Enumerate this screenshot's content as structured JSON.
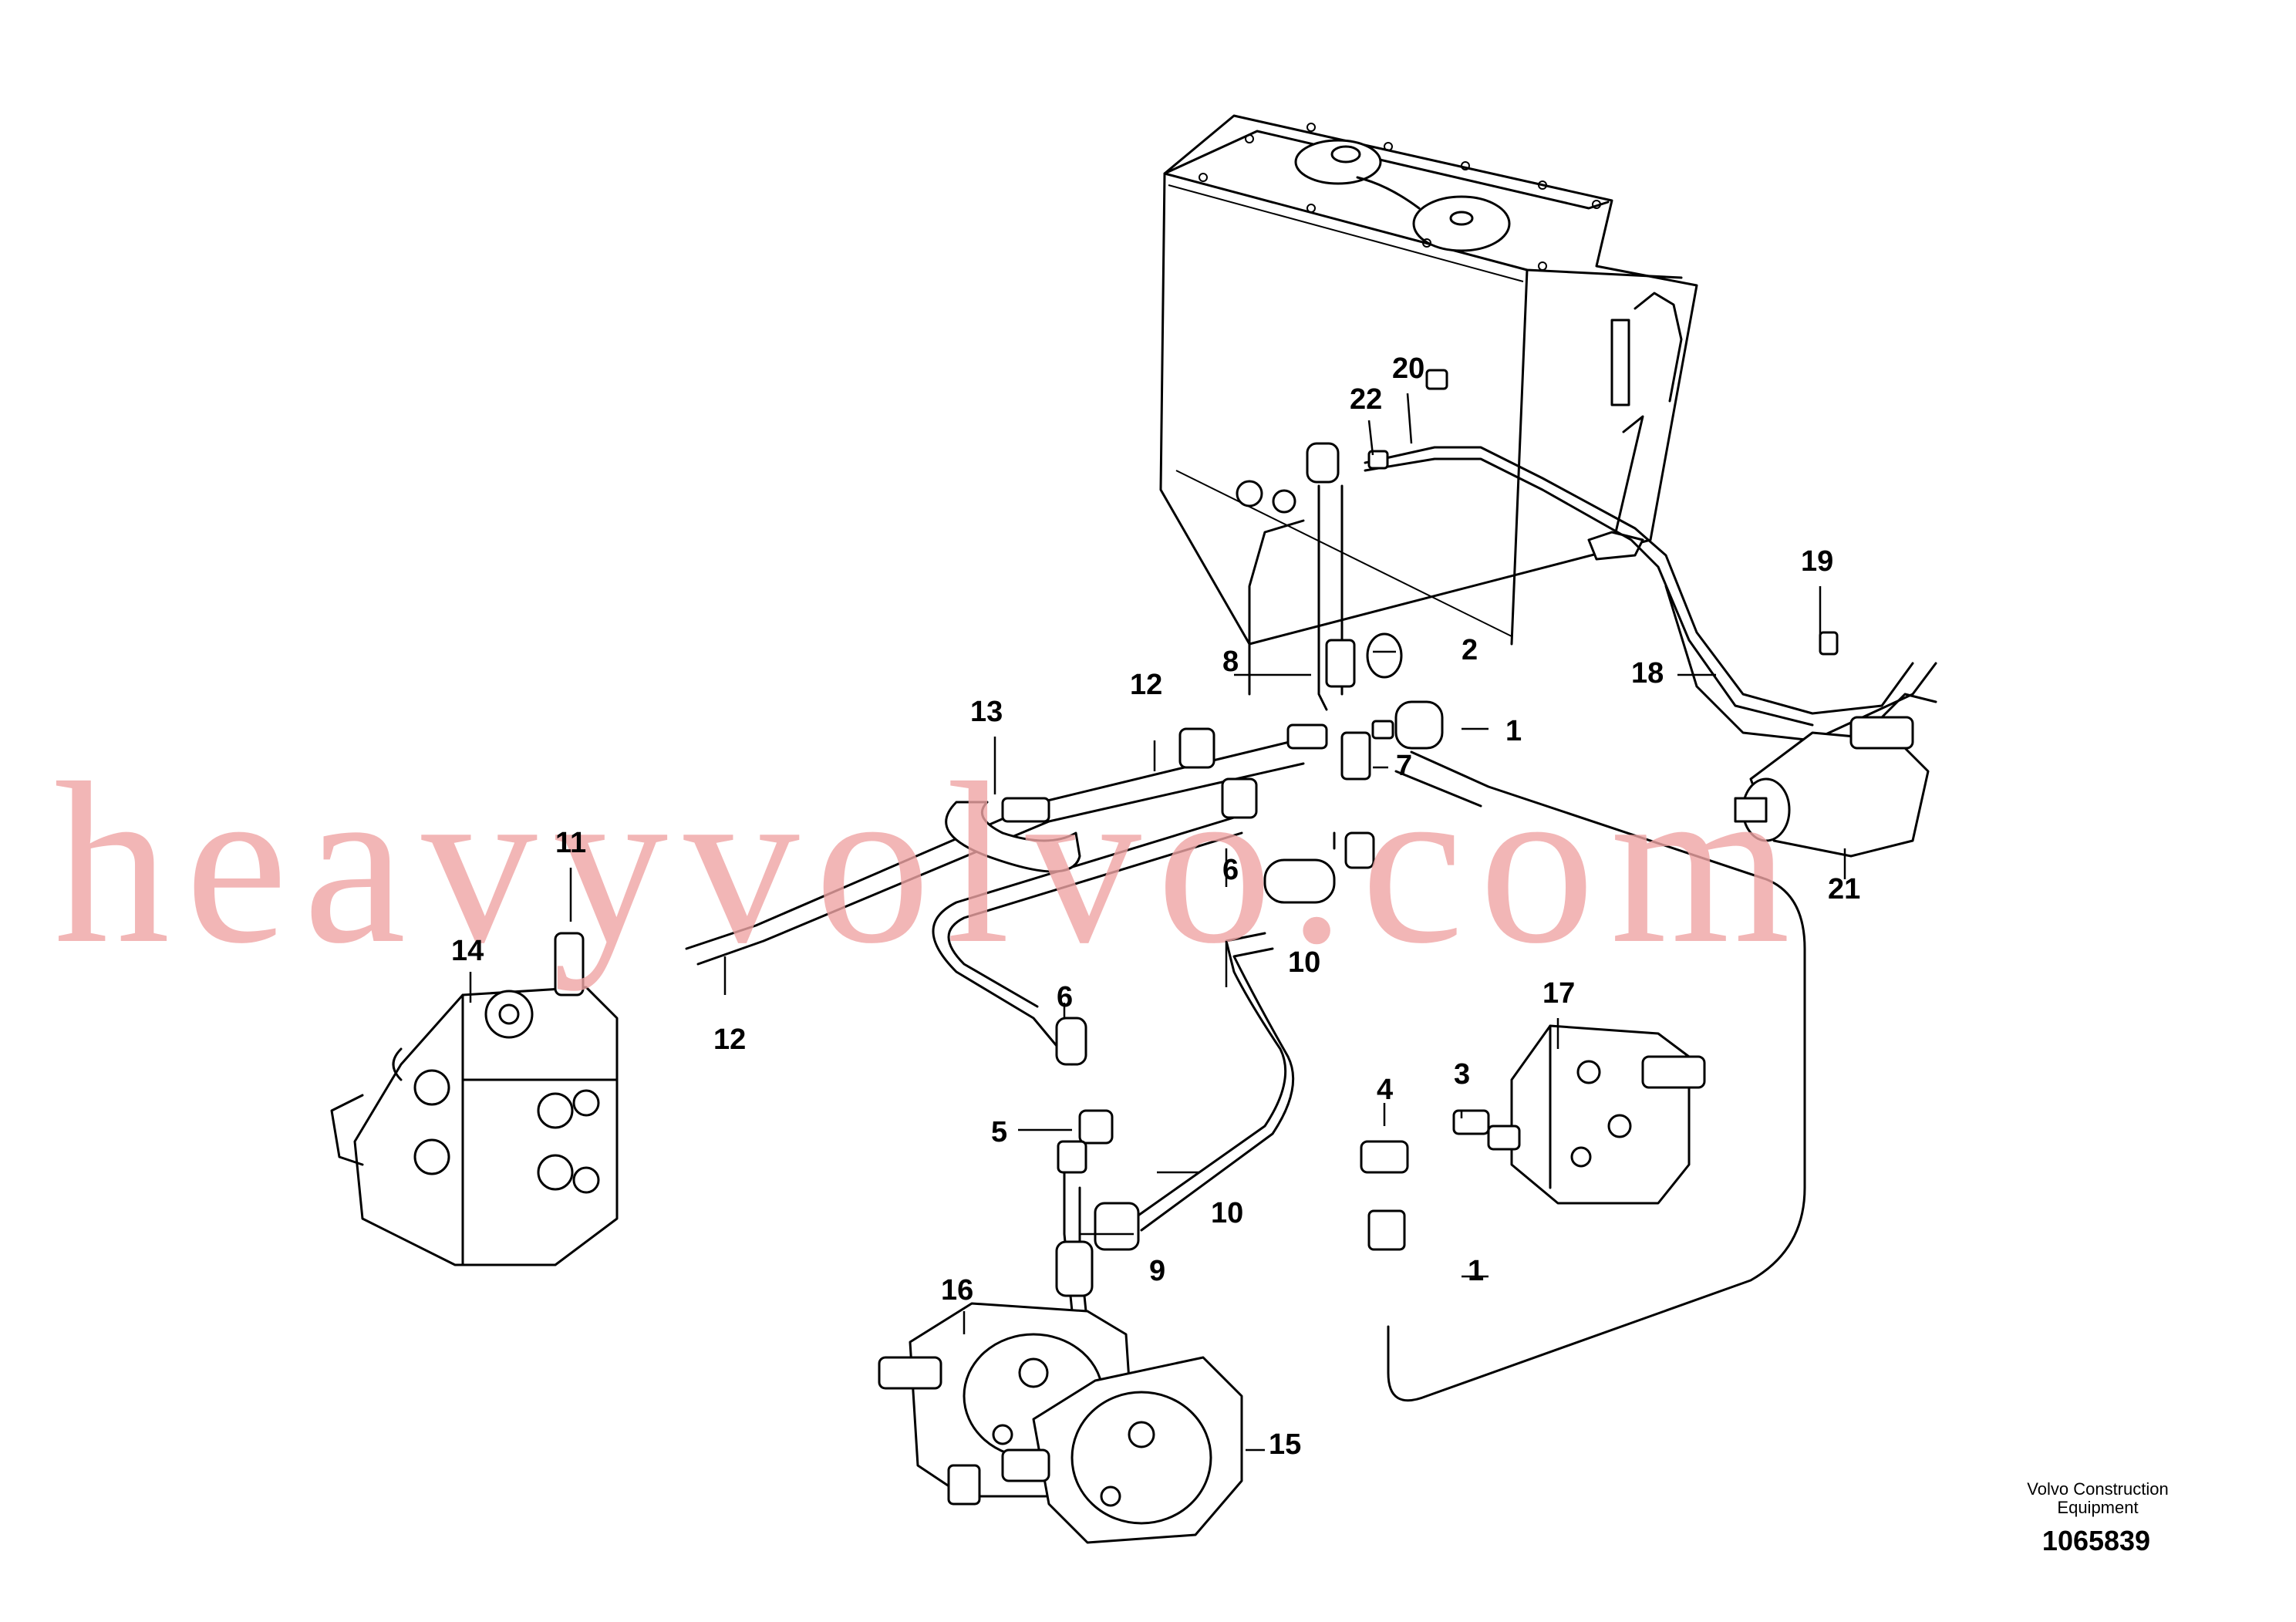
{
  "watermark": "heavyvolvo.com",
  "footer": {
    "company_line1": "Volvo Construction",
    "company_line2": "Equipment",
    "drawing_number": "1065839"
  },
  "callouts": {
    "c1a": "1",
    "c1b": "1",
    "c2": "2",
    "c3": "3",
    "c4": "4",
    "c5": "5",
    "c6a": "6",
    "c6b": "6",
    "c7": "7",
    "c8": "8",
    "c9": "9",
    "c10a": "10",
    "c10b": "10",
    "c11": "11",
    "c12a": "12",
    "c12b": "12",
    "c13": "13",
    "c14": "14",
    "c15": "15",
    "c16": "16",
    "c17": "17",
    "c18": "18",
    "c19": "19",
    "c20": "20",
    "c21": "21",
    "c22": "22"
  }
}
